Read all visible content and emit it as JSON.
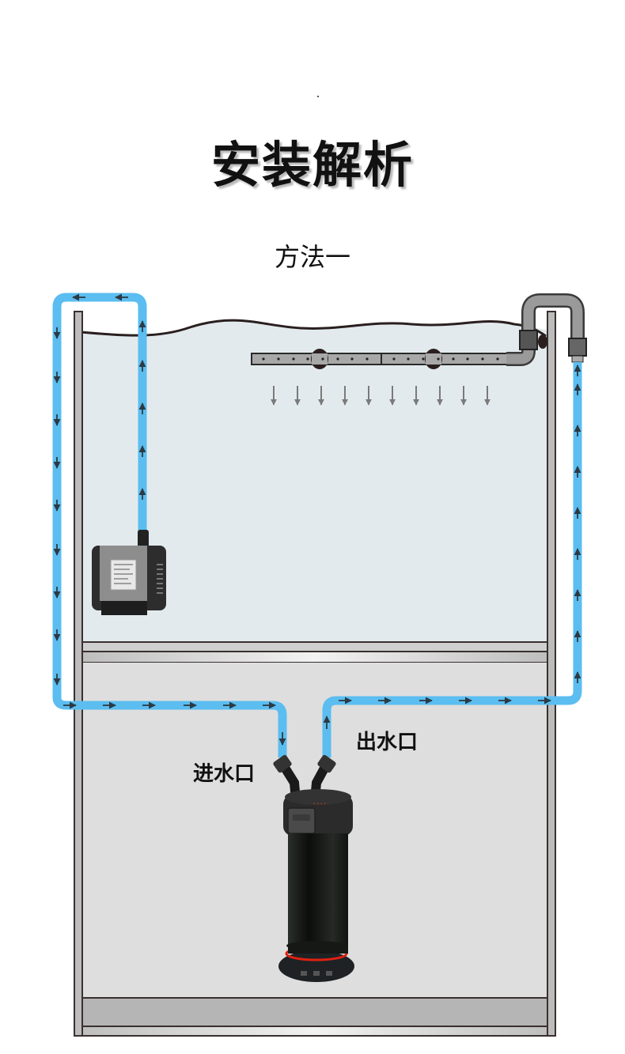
{
  "header": {
    "title": "安装解析",
    "subtitle": "方法一"
  },
  "labels": {
    "inlet": "进水口",
    "outlet": "出水口"
  },
  "colors": {
    "hose": "#5bbdf0",
    "water": "#e3eaee",
    "cabinet": "#dedede",
    "frame": "#b9b9b9",
    "outline": "#3a2f2f",
    "filter_body": "#1c1f1c",
    "filter_ring": "#e02010",
    "arrow": "#2b3a44",
    "spray_arrow": "#7a7a7a"
  },
  "diagram": {
    "components": [
      "submersible-pump",
      "spray-bar",
      "return-pipe",
      "canister-filter"
    ],
    "flow": {
      "pump_to_filter": "up-left-down-right-down",
      "filter_to_tank": "up-right-up",
      "spray_arrows": 10
    }
  }
}
